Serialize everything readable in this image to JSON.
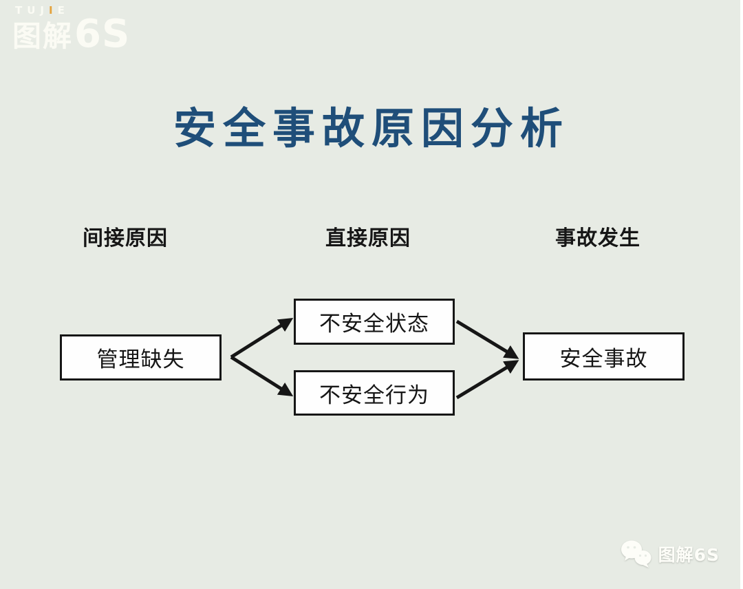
{
  "logo": {
    "latin_prefix": "TUJ",
    "latin_accent": "I",
    "latin_suffix": "E",
    "cn": "图解",
    "six_s": "6S",
    "accent_color": "#e5a23c",
    "text_color": "#fbfbf4"
  },
  "title": "安全事故原因分析",
  "columns": [
    {
      "label": "间接原因"
    },
    {
      "label": "直接原因"
    },
    {
      "label": "事故发生"
    }
  ],
  "diagram": {
    "nodes": {
      "indirect_cause": "管理缺失",
      "direct_cause_state": "不安全状态",
      "direct_cause_behavior": "不安全行为",
      "result": "安全事故"
    },
    "edges": [
      {
        "from": "管理缺失",
        "to": "不安全状态"
      },
      {
        "from": "管理缺失",
        "to": "不安全行为"
      },
      {
        "from": "不安全状态",
        "to": "安全事故"
      },
      {
        "from": "不安全行为",
        "to": "安全事故"
      }
    ]
  },
  "watermark": {
    "label": "图解6S"
  },
  "colors": {
    "background": "#e7ebe4",
    "title": "#1f4e79",
    "ink": "#161616",
    "box_fill": "#fefefe",
    "logo_white": "#fbfbf4"
  }
}
